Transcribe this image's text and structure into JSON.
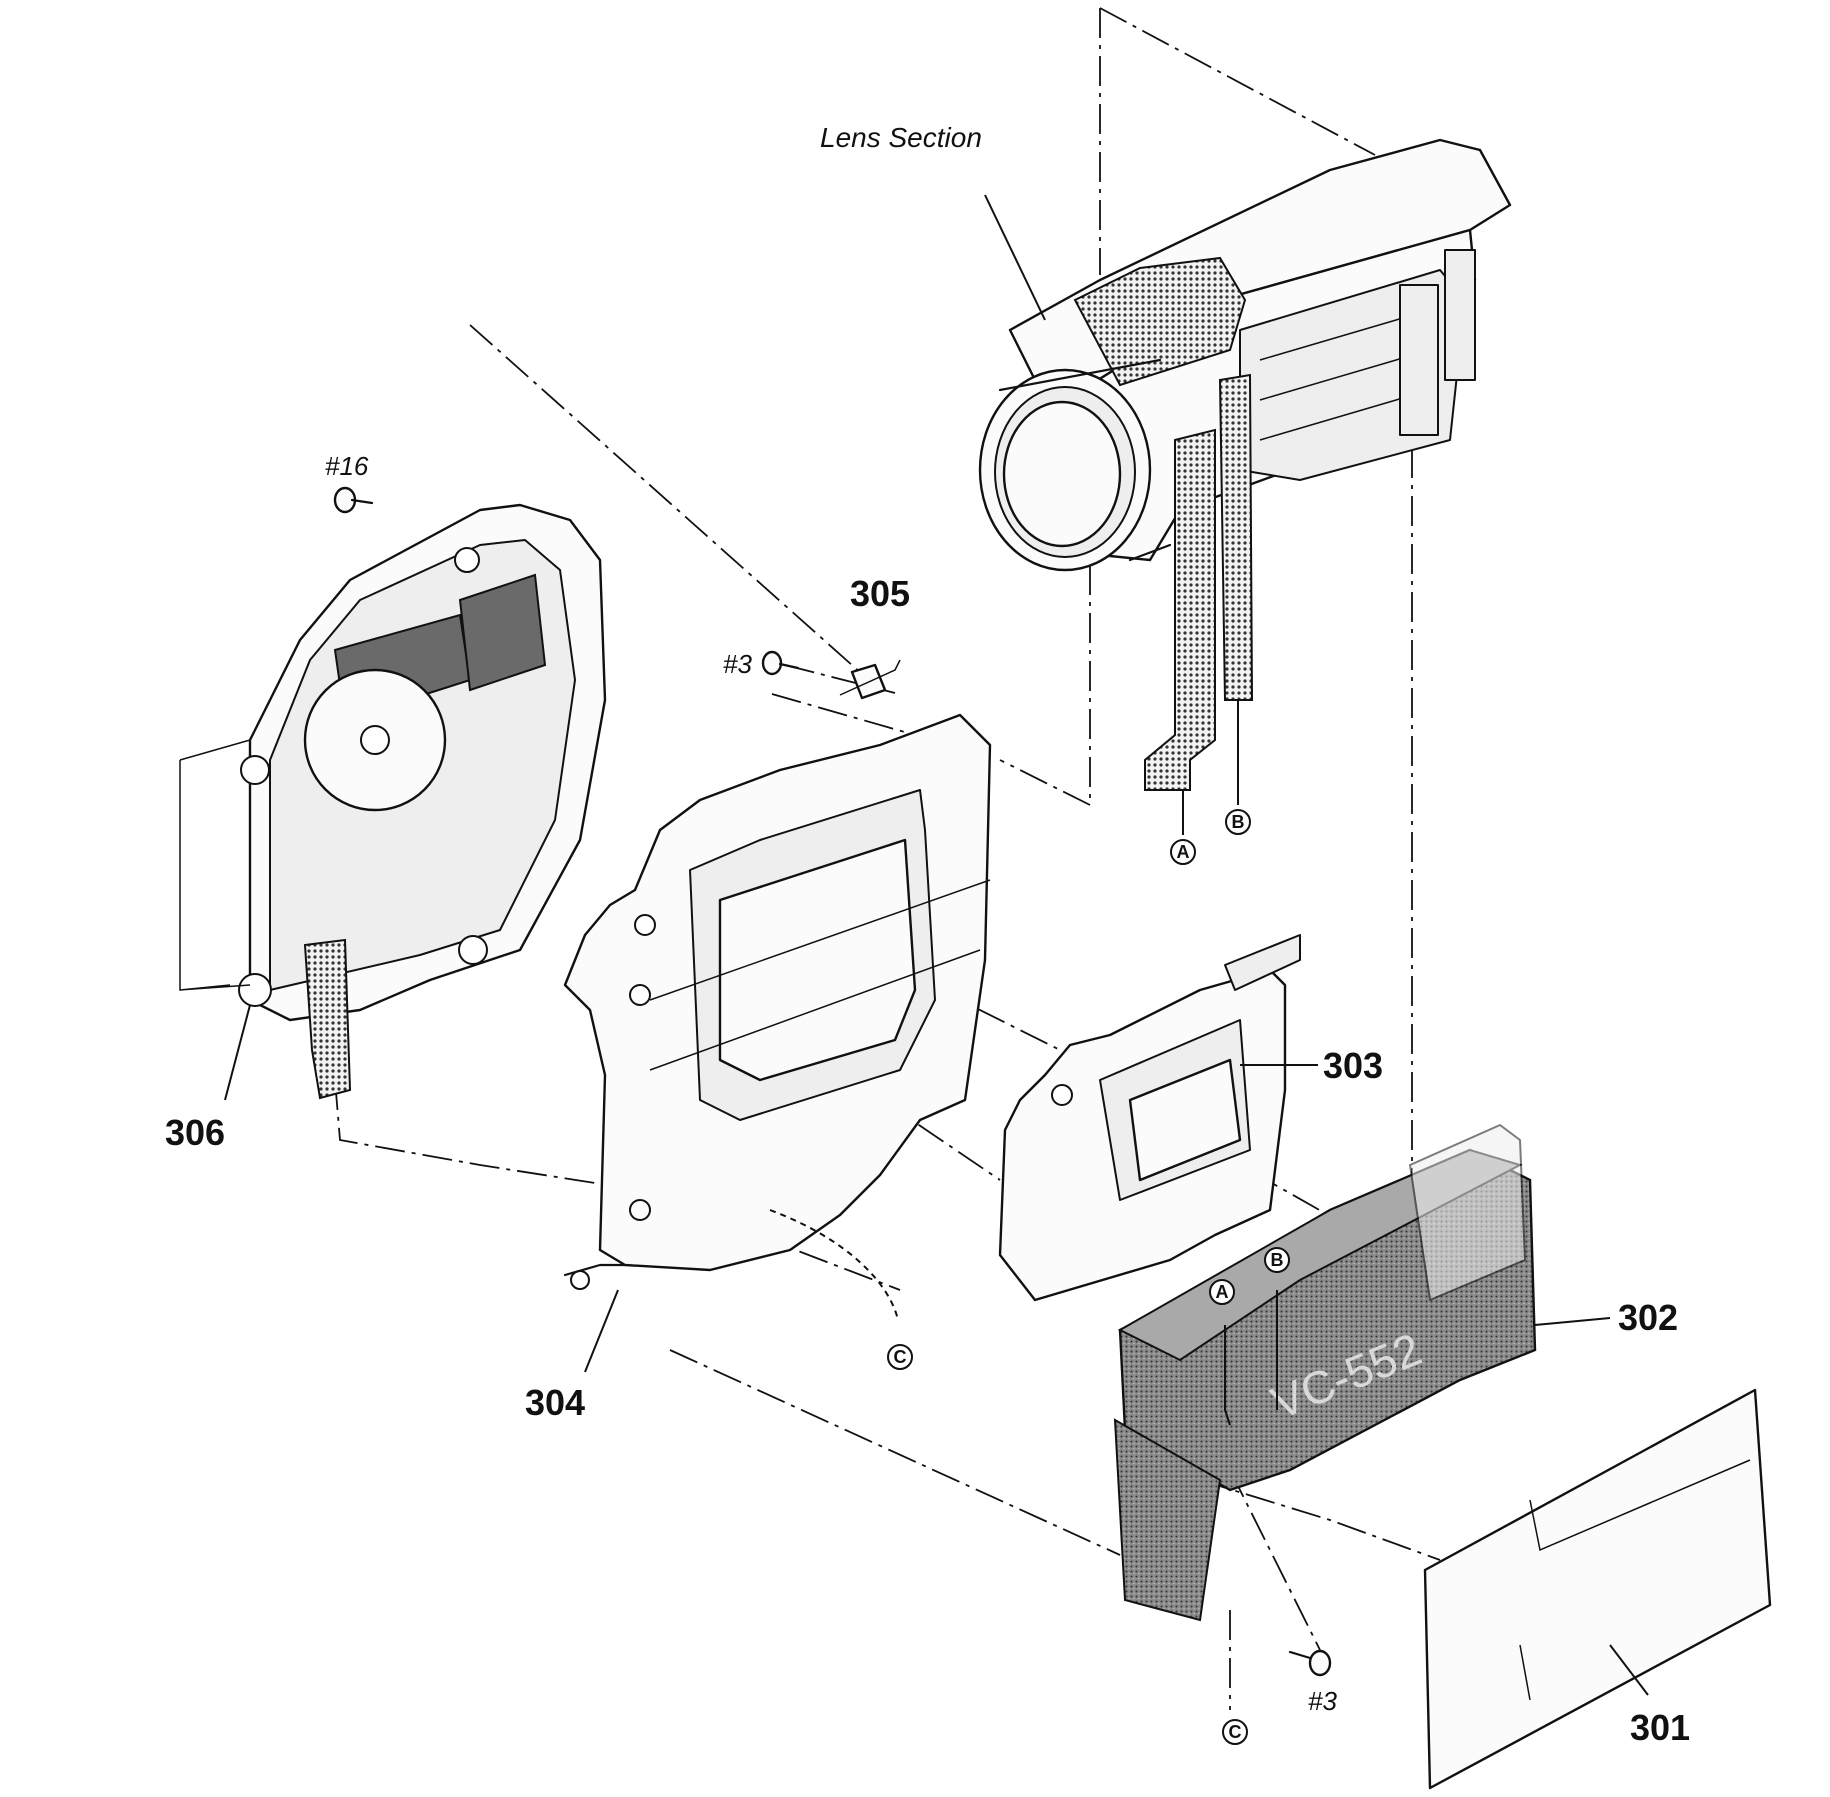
{
  "labels": {
    "lens_section": "Lens Section",
    "p301": "301",
    "p302": "302",
    "p303": "303",
    "p304": "304",
    "p305": "305",
    "p306": "306",
    "screw_16": "#16",
    "screw_3_top": "#3",
    "screw_3_bottom": "#3",
    "board_silk": "VC-552"
  },
  "connectors": {
    "a_lens": "A",
    "b_lens": "B",
    "a_board": "A",
    "b_board": "B",
    "c_frame": "C",
    "c_board": "C"
  }
}
